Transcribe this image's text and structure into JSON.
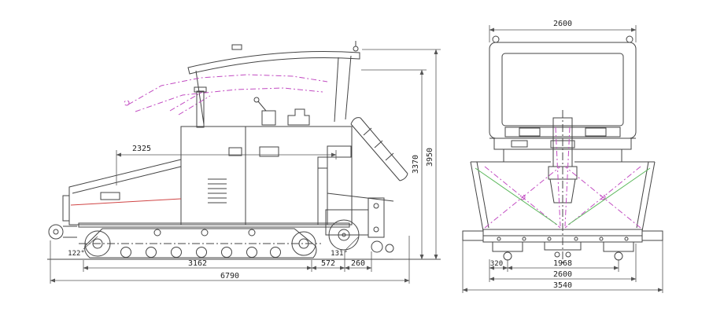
{
  "drawing": {
    "type": "paver-machine-two-view-technical-drawing",
    "views": [
      "side-view",
      "front-view"
    ]
  },
  "colors": {
    "outline": "#444444",
    "construction": "#999999",
    "alternate_position": "#c24cc2",
    "auger_guide": "#5cb85c",
    "hopper_stripe": "#d04545",
    "dimension": "#555555"
  },
  "side_view": {
    "dims": {
      "upper_length": "2325",
      "canopy_height": "3370",
      "overall_height": "3950",
      "front_angle": "122°",
      "rear_angle": "131°",
      "track_length": "3162",
      "screed_arm_length": "572",
      "rear_overhang": "260",
      "overall_length": "6790"
    }
  },
  "front_view": {
    "dims": {
      "roof_width": "2600",
      "track_shoe_width": "320",
      "track_gauge": "1968",
      "hopper_width": "2600",
      "overall_width": "3540"
    }
  }
}
